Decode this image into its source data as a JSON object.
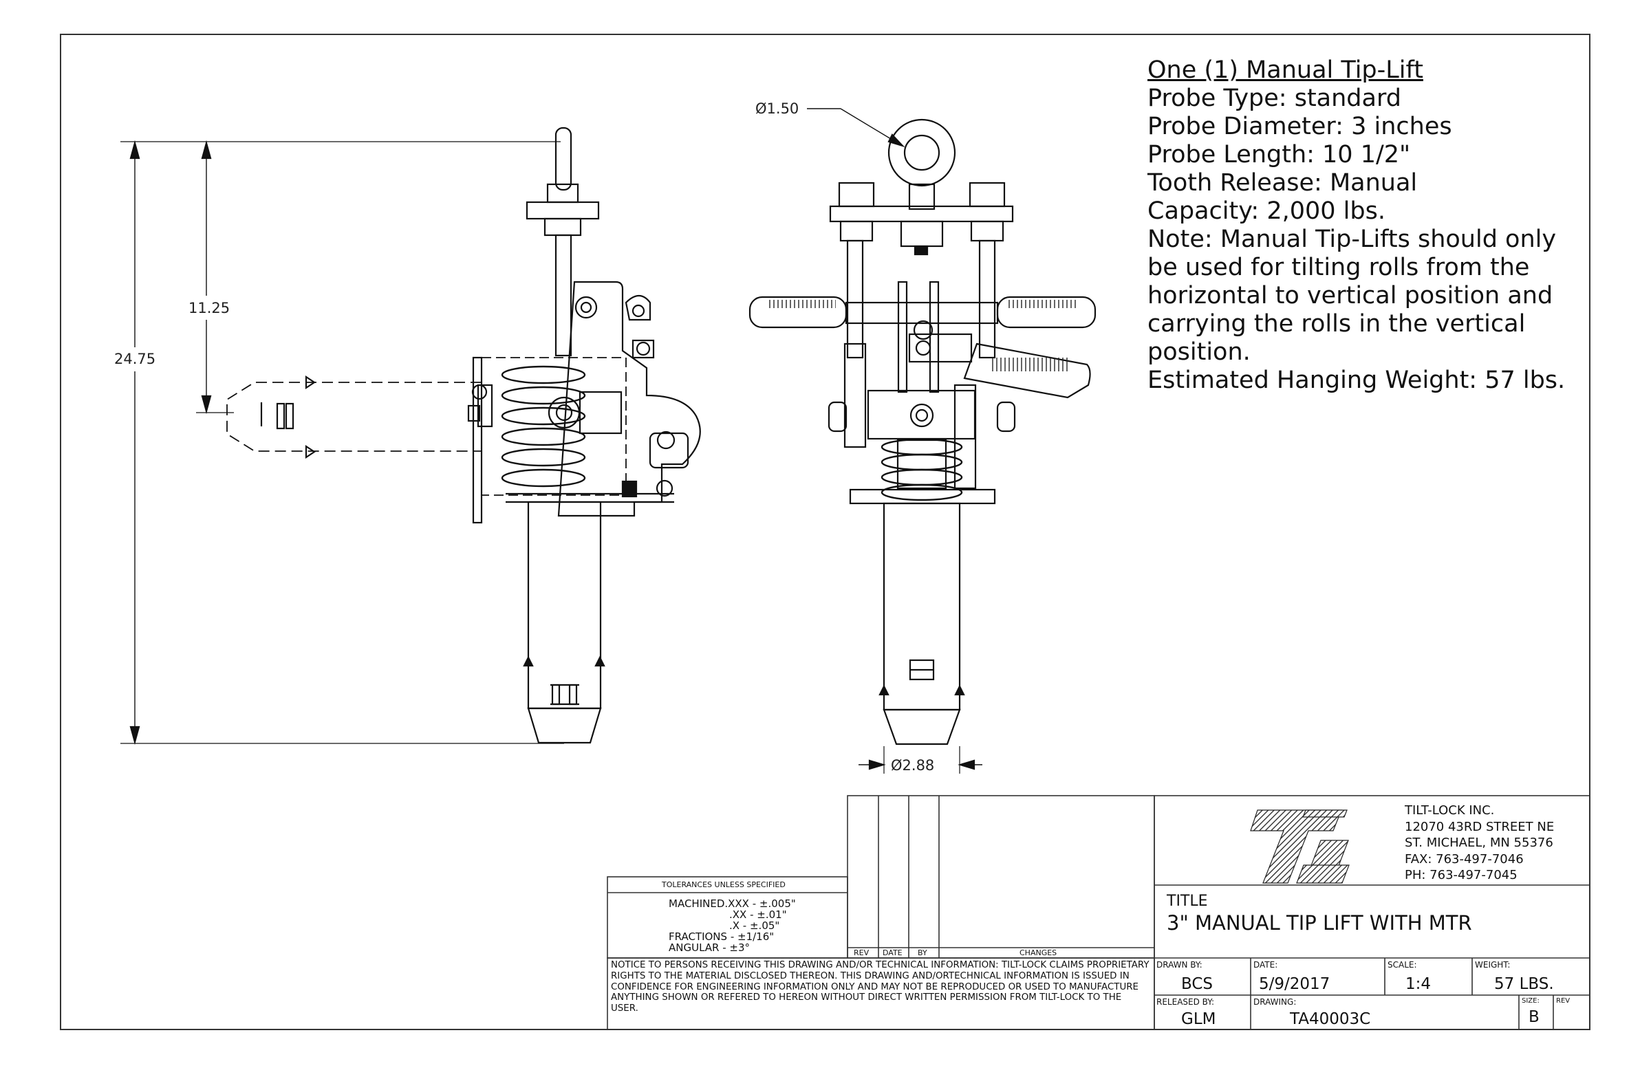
{
  "notes": {
    "heading": "One (1) Manual Tip-Lift",
    "lines": [
      "Probe Type: standard",
      "Probe Diameter: 3 inches",
      "Probe Length: 10 1/2\"",
      "Tooth Release: Manual",
      "Capacity: 2,000 lbs.",
      "Note: Manual Tip-Lifts should only",
      "be used for tilting rolls from the",
      "horizontal to vertical position and",
      "carrying the rolls in the vertical",
      "position.",
      "Estimated Hanging Weight: 57 lbs."
    ]
  },
  "dimensions": {
    "overall_height": "24.75",
    "probe_height": "11.25",
    "eye_diameter": "Ø1.50",
    "probe_diameter": "Ø2.88"
  },
  "tolerances": {
    "header": "TOLERANCES UNLESS SPECIFIED",
    "rows": [
      "MACHINED.XXX - ±.005\"",
      ".XX - ±.01\"",
      ".X - ±.05\"",
      "FRACTIONS - ±1/16\"",
      "ANGULAR - ±3°"
    ]
  },
  "revisions": {
    "col_rev": "REV",
    "col_date": "DATE",
    "col_by": "BY",
    "col_changes": "CHANGES"
  },
  "notice": "NOTICE TO PERSONS RECEIVING THIS DRAWING AND/OR TECHNICAL INFORMATION: TILT-LOCK CLAIMS PROPRIETARY RIGHTS TO THE MATERIAL DISCLOSED THEREON. THIS DRAWING AND/ORTECHNICAL INFORMATION IS ISSUED IN CONFIDENCE FOR ENGINEERING INFORMATION ONLY AND MAY NOT BE REPRODUCED OR USED TO MANUFACTURE ANYTHING SHOWN OR REFERED TO HEREON WITHOUT DIRECT WRITTEN PERMISSION FROM TILT-LOCK TO THE USER.",
  "company": {
    "name": "TILT-LOCK INC.",
    "street": "12070 43RD STREET NE",
    "city": "ST. MICHAEL, MN 55376",
    "fax": "FAX: 763-497-7046",
    "phone": "PH: 763-497-7045"
  },
  "title_block": {
    "title_label": "TITLE",
    "title": "3\" MANUAL TIP LIFT WITH MTR",
    "drawn_by_label": "DRAWN BY:",
    "drawn_by": "BCS",
    "date_label": "DATE:",
    "date": "5/9/2017",
    "scale_label": "SCALE:",
    "scale": "1:4",
    "weight_label": "WEIGHT:",
    "weight": "57 LBS.",
    "released_by_label": "RELEASED BY:",
    "released_by": "GLM",
    "drawing_label": "DRAWING:",
    "drawing": "TA40003C",
    "size_label": "SIZE:",
    "size": "B",
    "rev_label": "REV"
  }
}
